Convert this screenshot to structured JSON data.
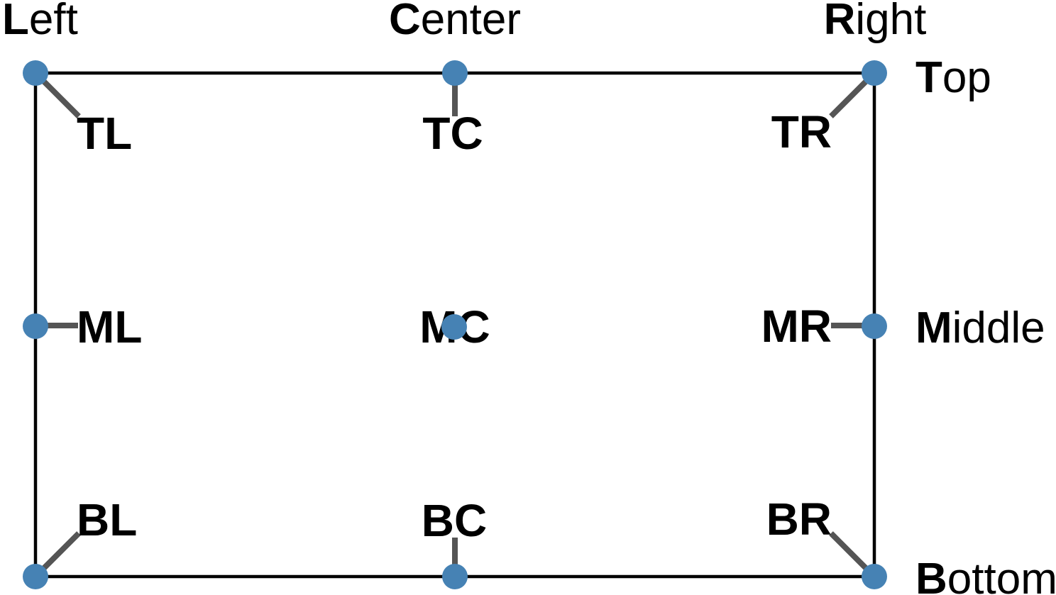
{
  "columns": {
    "left": {
      "bold": "L",
      "rest": "eft"
    },
    "center": {
      "bold": "C",
      "rest": "enter"
    },
    "right": {
      "bold": "R",
      "rest": "ight"
    }
  },
  "rows": {
    "top": {
      "bold": "T",
      "rest": "op"
    },
    "middle": {
      "bold": "M",
      "rest": "iddle"
    },
    "bottom": {
      "bold": "B",
      "rest": "ottom"
    }
  },
  "anchors": {
    "tl": "TL",
    "tc": "TC",
    "tr": "TR",
    "ml": "ML",
    "mc": "MC",
    "mr": "MR",
    "bl": "BL",
    "bc": "BC",
    "br": "BR"
  },
  "colors": {
    "point_fill": "#4682B4",
    "leader_stroke": "#555555",
    "frame_stroke": "#000000",
    "text_color": "#000000"
  }
}
